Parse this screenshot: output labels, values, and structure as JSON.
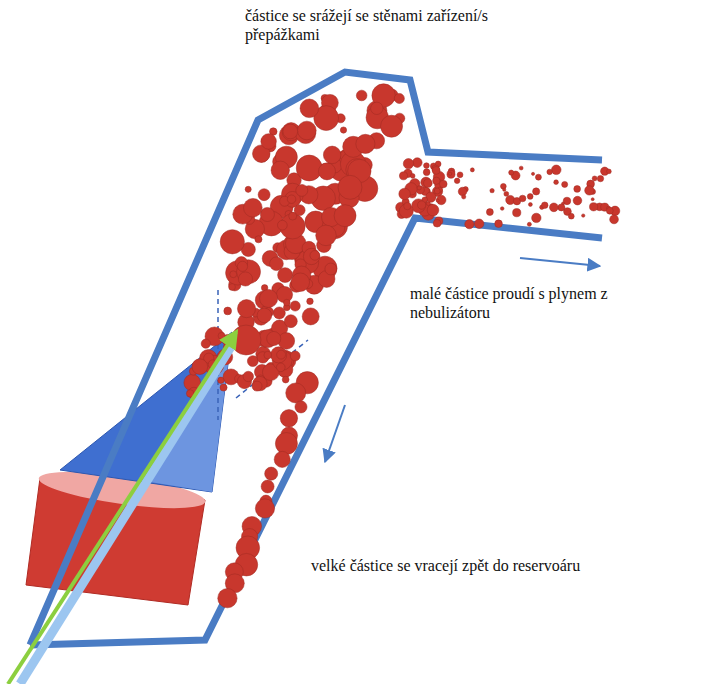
{
  "diagram": {
    "labels": [
      "částice se srážejí se stěnami zařízení/s přepážkami",
      "malé částice proudí s plynem z nebulizátoru",
      "velké částice se vracejí zpět do reservoáru"
    ]
  }
}
